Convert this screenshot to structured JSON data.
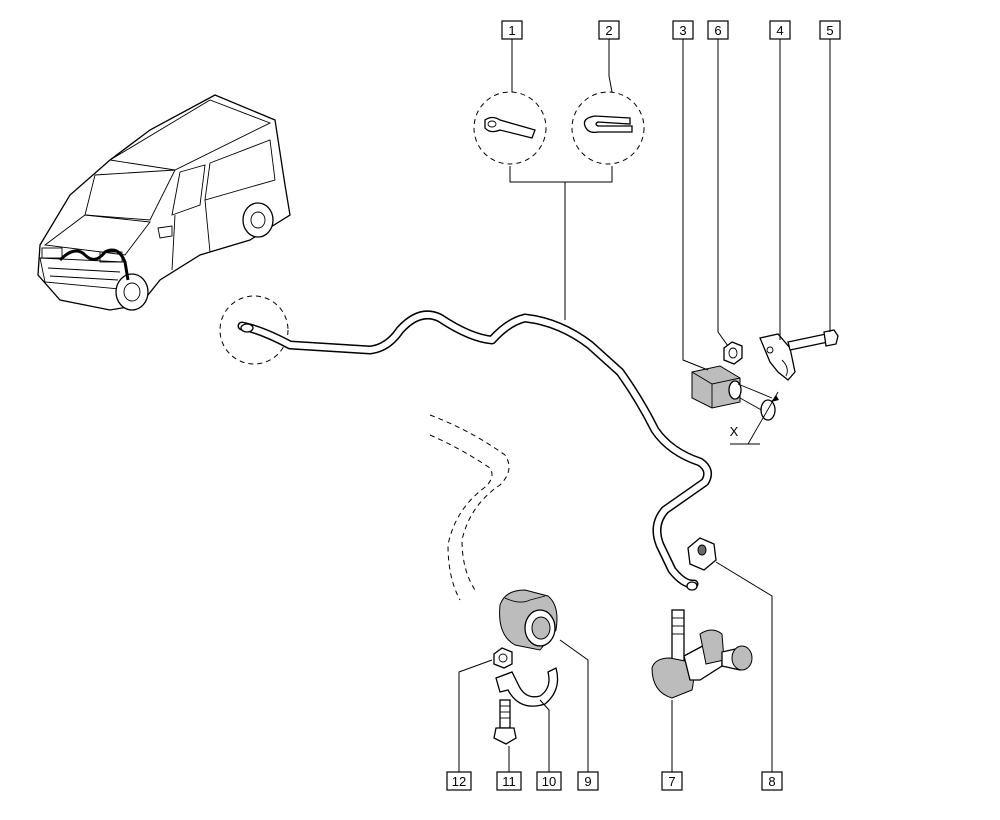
{
  "callouts": [
    {
      "id": "1",
      "label": "1"
    },
    {
      "id": "2",
      "label": "2"
    },
    {
      "id": "3",
      "label": "3"
    },
    {
      "id": "6",
      "label": "6"
    },
    {
      "id": "4",
      "label": "4"
    },
    {
      "id": "5",
      "label": "5"
    },
    {
      "id": "12",
      "label": "12"
    },
    {
      "id": "11",
      "label": "11"
    },
    {
      "id": "10",
      "label": "10"
    },
    {
      "id": "9",
      "label": "9"
    },
    {
      "id": "7",
      "label": "7"
    },
    {
      "id": "8",
      "label": "8"
    }
  ],
  "dimension_label": "X"
}
